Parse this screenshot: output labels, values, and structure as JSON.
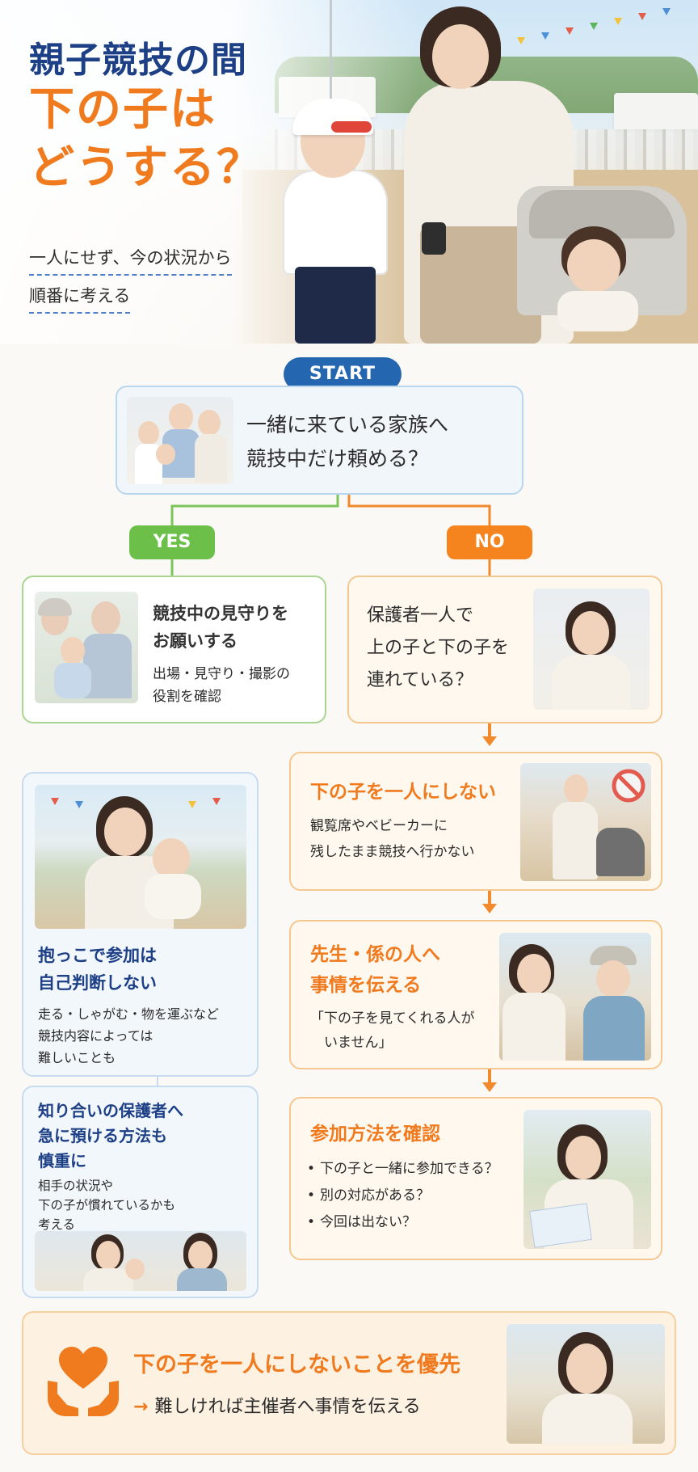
{
  "hero": {
    "title_line1": "親子競技の間",
    "title_line2": "下の子は",
    "title_line3": "どうする？",
    "subtitle_line1": "一人にせず、今の状況から",
    "subtitle_line2": "順番に考える"
  },
  "start": {
    "badge": "START",
    "question": "一緒に来ている家族へ\n競技中だけ頼める？"
  },
  "branches": {
    "yes_label": "YES",
    "no_label": "NO"
  },
  "yes_box": {
    "heading": "競技中の見守りを\nお願いする",
    "detail": "出場・見守り・撮影の\n役割を確認"
  },
  "no_box": {
    "question": "保護者一人で\n上の子と下の子を\n連れている？"
  },
  "step1": {
    "heading": "下の子を一人にしない",
    "detail": "観覧席やベビーカーに\n残したまま競技へ行かない"
  },
  "step2": {
    "heading": "先生・係の人へ\n事情を伝える",
    "detail": "「下の子を見てくれる人が\n　いません」"
  },
  "step3": {
    "heading": "参加方法を確認",
    "items": [
      "下の子と一緒に参加できる？",
      "別の対応がある？",
      "今回は出ない？"
    ]
  },
  "side1": {
    "heading": "抱っこで参加は\n自己判断しない",
    "detail": "走る・しゃがむ・物を運ぶなど\n競技内容によっては\n難しいことも"
  },
  "side2": {
    "heading": "知り合いの保護者へ\n急に預ける方法も\n慎重に",
    "detail": "相手の状況や\n下の子が慣れているかも\n考える"
  },
  "footer": {
    "main": "下の子を一人にしないことを優先",
    "sub_arrow": "→",
    "sub": "難しければ主催者へ事情を伝える"
  },
  "colors": {
    "navy": "#1d3f86",
    "orange": "#f07a1e",
    "yes_green": "#6cc04a",
    "no_orange": "#f5841f",
    "start_blue": "#2467b0"
  },
  "icons": [
    "heart-hands-icon",
    "no-sign-icon"
  ]
}
